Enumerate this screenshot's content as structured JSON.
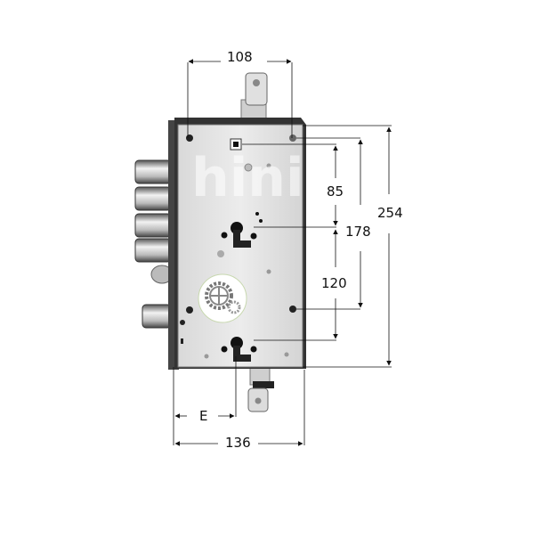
{
  "diagram": {
    "subject": "mortise lock",
    "dimensions": {
      "top_width": "108",
      "height_upper": "85",
      "height_middle": "178",
      "height_total": "254",
      "height_lower": "120",
      "backset": "E",
      "body_width": "136"
    },
    "overlay_icon": "gear-icon",
    "watermark": "chini &"
  }
}
